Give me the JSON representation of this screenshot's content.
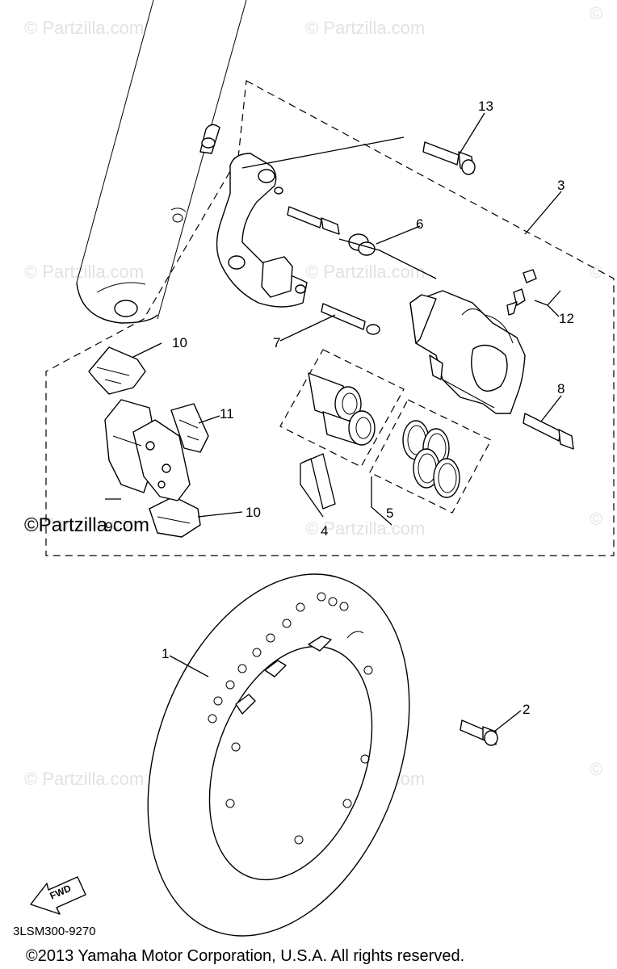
{
  "watermarks": [
    "© Partzilla.com",
    "© Partzilla.com",
    "© ",
    "© Partzilla.com",
    "© Partzilla.com",
    "© ",
    "© Partzilla.com",
    "© Partzilla.com",
    "© ",
    "© Partzilla.com",
    "© Partzilla.com",
    "© "
  ],
  "brand_watermark": "©Partzilla.com",
  "callouts": {
    "c1": "1",
    "c2": "2",
    "c3": "3",
    "c4": "4",
    "c5": "5",
    "c6": "6",
    "c7": "7",
    "c8": "8",
    "c9": "9",
    "c10a": "10",
    "c10b": "10",
    "c11": "11",
    "c12": "12",
    "c13": "13"
  },
  "fwd_label": "FWD",
  "diagram_code": "3LSM300-9270",
  "copyright": "©2013  Yamaha Motor Corporation, U.S.A. All rights reserved."
}
